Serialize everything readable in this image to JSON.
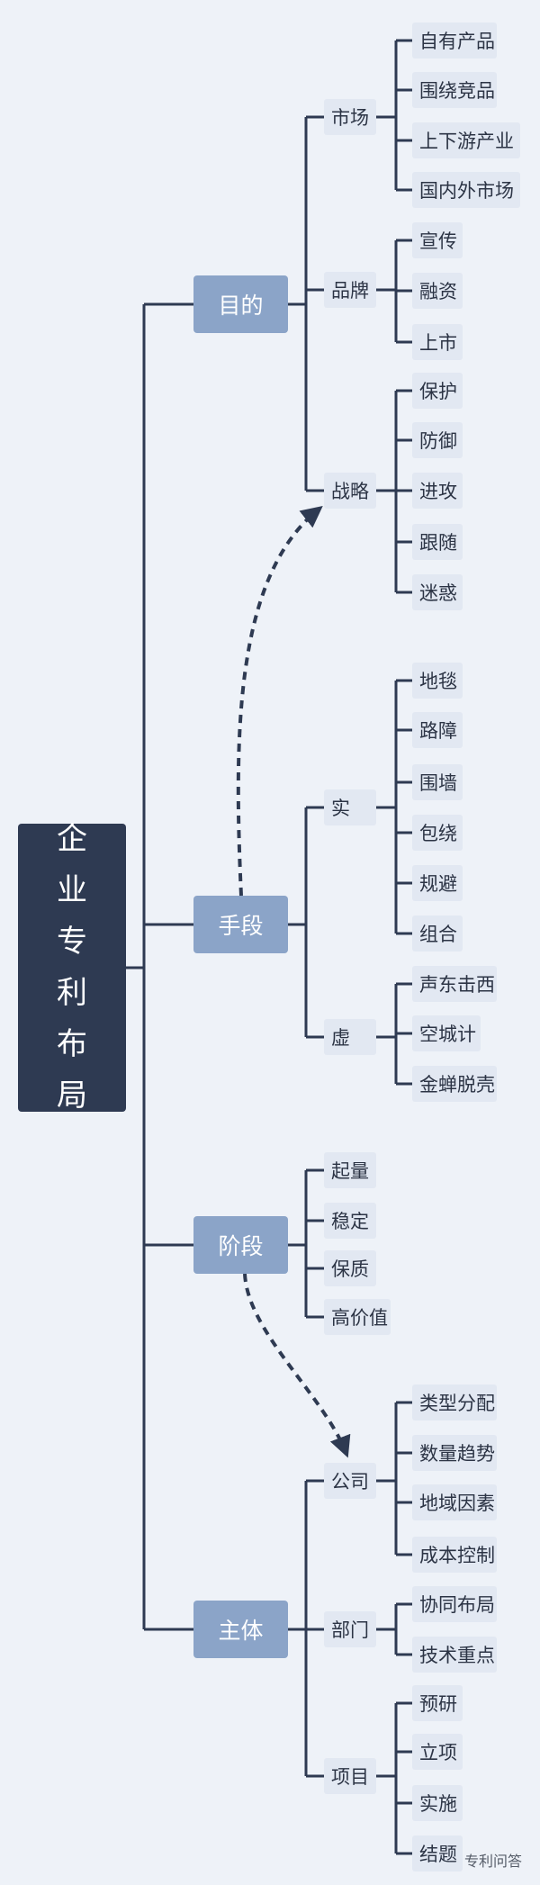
{
  "root": [
    "企",
    "业",
    "专",
    "利",
    "布",
    "局"
  ],
  "branches": [
    {
      "label": "目的",
      "children": [
        {
          "label": "市场",
          "children": [
            "自有产品",
            "围绕竞品",
            "上下游产业",
            "国内外市场"
          ]
        },
        {
          "label": "品牌",
          "children": [
            "宣传",
            "融资",
            "上市"
          ]
        },
        {
          "label": "战略",
          "children": [
            "保护",
            "防御",
            "进攻",
            "跟随",
            "迷惑"
          ]
        }
      ]
    },
    {
      "label": "手段",
      "children": [
        {
          "label": "实",
          "children": [
            "地毯",
            "路障",
            "围墙",
            "包绕",
            "规避",
            "组合"
          ]
        },
        {
          "label": "虚",
          "children": [
            "声东击西",
            "空城计",
            "金蝉脱壳"
          ]
        }
      ]
    },
    {
      "label": "阶段",
      "children": [
        {
          "label": "起量",
          "children": []
        },
        {
          "label": "稳定",
          "children": []
        },
        {
          "label": "保质",
          "children": []
        },
        {
          "label": "高价值",
          "children": []
        }
      ]
    },
    {
      "label": "主体",
      "children": [
        {
          "label": "公司",
          "children": [
            "类型分配",
            "数量趋势",
            "地域因素",
            "成本控制"
          ]
        },
        {
          "label": "部门",
          "children": [
            "协同布局",
            "技术重点"
          ]
        },
        {
          "label": "项目",
          "children": [
            "预研",
            "立项",
            "实施",
            "结题"
          ]
        }
      ]
    }
  ],
  "watermark": "专利问答",
  "colors": {
    "root": "#2e3a52",
    "branch": "#8ba4c8",
    "leaf": "#e2e8f2",
    "line": "#2e3a52"
  }
}
